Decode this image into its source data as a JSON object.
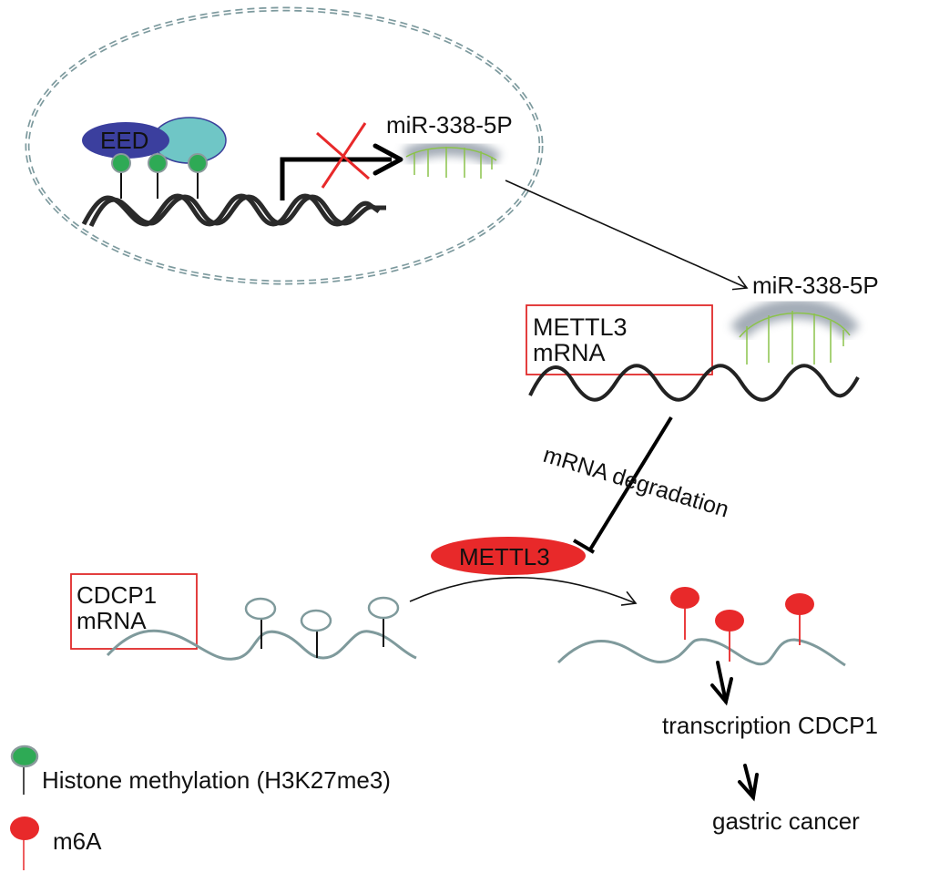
{
  "figure": {
    "type": "mechanism-diagram",
    "nucleus": {
      "complex_label": "EED",
      "mirna_label": "miR-338-5P",
      "transcription_blocked": true
    },
    "cytoplasm": {
      "mirna_label": "miR-338-5P",
      "target_box_line1": "METTL3",
      "target_box_line2": "mRNA",
      "inhibition_label": "mRNA degradation",
      "enzyme_label": "METTL3"
    },
    "substrate": {
      "box_line1": "CDCP1",
      "box_line2": "mRNA"
    },
    "outcomes": {
      "step1": "transcription CDCP1",
      "step2": "gastric cancer"
    },
    "legend": [
      {
        "label": "Histone methylation (H3K27me3)",
        "marker": "green-pin"
      },
      {
        "label": "m6A",
        "marker": "red-pin"
      }
    ],
    "colors": {
      "eed": "#3b3f9e",
      "partner": "#6fc6c6",
      "histone_mark": "#2eaa55",
      "m6a": "#e8292a",
      "box_border": "#e02a2a",
      "mrna_gray": "#7f9a9c",
      "mirna_green": "#8bc34a",
      "dashed_ellipse": "#7d9a9e"
    }
  }
}
